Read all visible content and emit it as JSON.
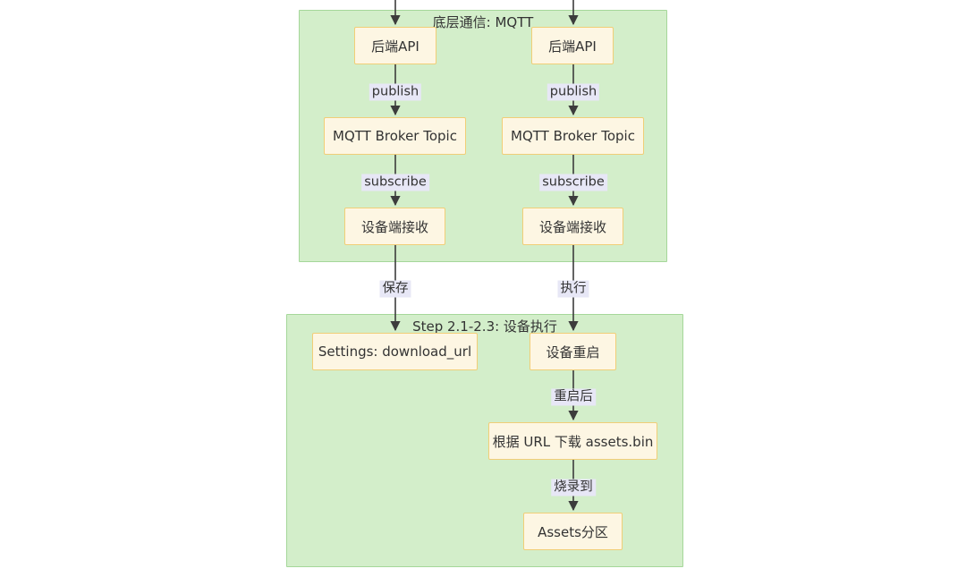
{
  "diagram": {
    "clusters": {
      "mqtt": {
        "title": "底层通信: MQTT"
      },
      "step": {
        "title": "Step 2.1-2.3: 设备执行"
      }
    },
    "nodes": {
      "backend_api_left": "后端API",
      "backend_api_right": "后端API",
      "broker_topic_left": "MQTT Broker Topic",
      "broker_topic_right": "MQTT Broker Topic",
      "device_receive_left": "设备端接收",
      "device_receive_right": "设备端接收",
      "settings_download_url": "Settings: download_url",
      "device_reboot": "设备重启",
      "download_assets": "根据 URL 下载 assets.bin",
      "assets_partition": "Assets分区"
    },
    "edge_labels": {
      "publish_left": "publish",
      "publish_right": "publish",
      "subscribe_left": "subscribe",
      "subscribe_right": "subscribe",
      "save": "保存",
      "execute": "执行",
      "after_reboot": "重启后",
      "flash_to": "烧录到"
    },
    "colors": {
      "cluster_fill": "#d3eeca",
      "cluster_border": "#a5d79a",
      "node_fill": "#fdf6e3",
      "node_border": "#f1ce77",
      "edge_label_bg": "#e7e7f6",
      "edge_color": "#3c3c3c",
      "text": "#333333"
    }
  }
}
